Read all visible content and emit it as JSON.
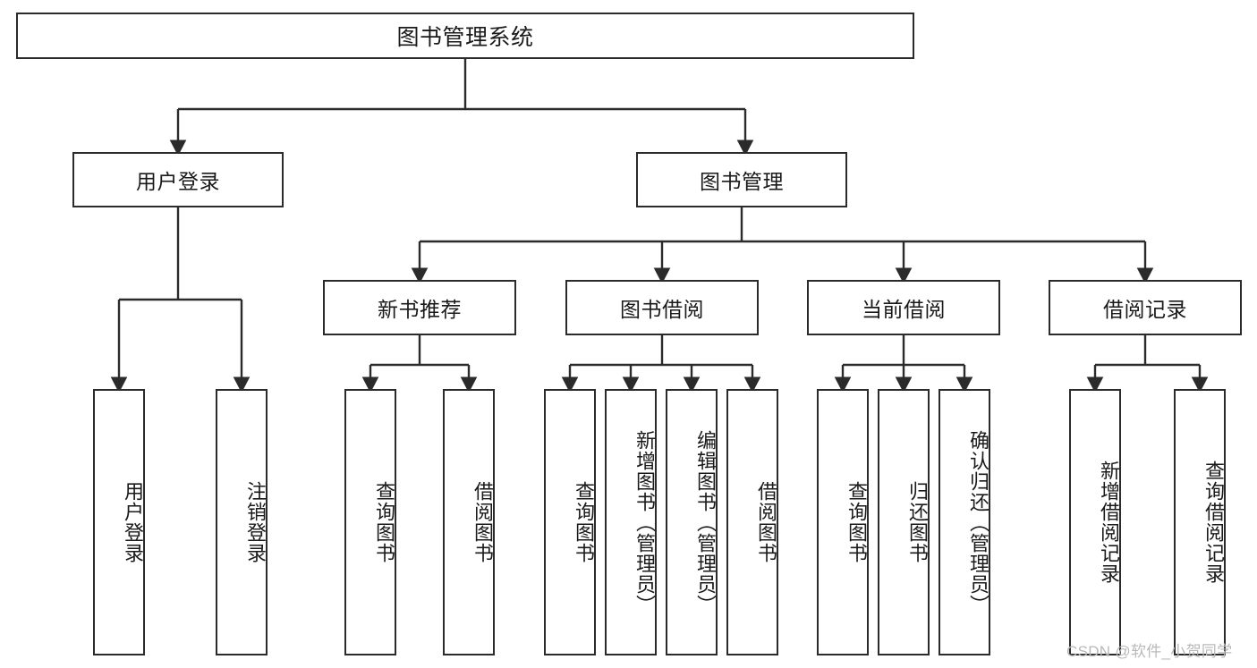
{
  "diagram": {
    "title": "图书管理系统",
    "type": "tree-hierarchy-diagram",
    "colors": {
      "box_border": "#2b2b2b",
      "box_fill": "#ffffff",
      "line": "#2b2b2b",
      "background": "#ffffff",
      "watermark": "#b9b9b9"
    },
    "root": {
      "label": "图书管理系统"
    },
    "level2": [
      {
        "label": "用户登录"
      },
      {
        "label": "图书管理"
      }
    ],
    "level3": [
      {
        "label": "新书推荐"
      },
      {
        "label": "图书借阅"
      },
      {
        "label": "当前借阅"
      },
      {
        "label": "借阅记录"
      }
    ],
    "leaves": {
      "user_login": [
        {
          "label": "用户登录"
        },
        {
          "label": "注销登录"
        }
      ],
      "new_book_recommend": [
        {
          "label": "查询图书"
        },
        {
          "label": "借阅图书"
        }
      ],
      "book_borrow": [
        {
          "label": "查询图书"
        },
        {
          "label": "新增图书（管理员）"
        },
        {
          "label": "编辑图书（管理员）"
        },
        {
          "label": "借阅图书"
        }
      ],
      "current_borrow": [
        {
          "label": "查询图书"
        },
        {
          "label": "归还图书"
        },
        {
          "label": "确认归还（管理员）"
        }
      ],
      "borrow_record": [
        {
          "label": "新增借阅记录"
        },
        {
          "label": "查询借阅记录"
        }
      ]
    }
  },
  "watermark": {
    "text": "CSDN @软件_小贺同学"
  }
}
